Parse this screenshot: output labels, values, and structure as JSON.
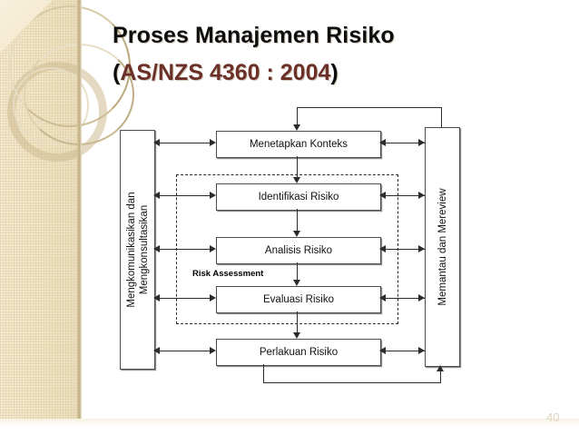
{
  "slide": {
    "title_line1": "Proses Manajemen Risiko",
    "title_line2_open": "(",
    "title_line2_code": "AS/NZS 4360 : 2004",
    "title_line2_close": ")",
    "page_number": "40",
    "accent_color": "#6b3028",
    "band_color": "#f0e4c6",
    "page_number_color": "#ded4bc"
  },
  "diagram": {
    "left_column": {
      "label_line1": "Mengkomunikasikan dan",
      "label_line2": "Mengkonsultasikan"
    },
    "right_column": {
      "label": "Memantau dan Mereview"
    },
    "group_label": "Risk Assessment",
    "steps": [
      {
        "label": "Menetapkan Konteks"
      },
      {
        "label": "Identifikasi Risiko"
      },
      {
        "label": "Analisis Risiko"
      },
      {
        "label": "Evaluasi Risiko"
      },
      {
        "label": "Perlakuan Risiko"
      }
    ]
  }
}
